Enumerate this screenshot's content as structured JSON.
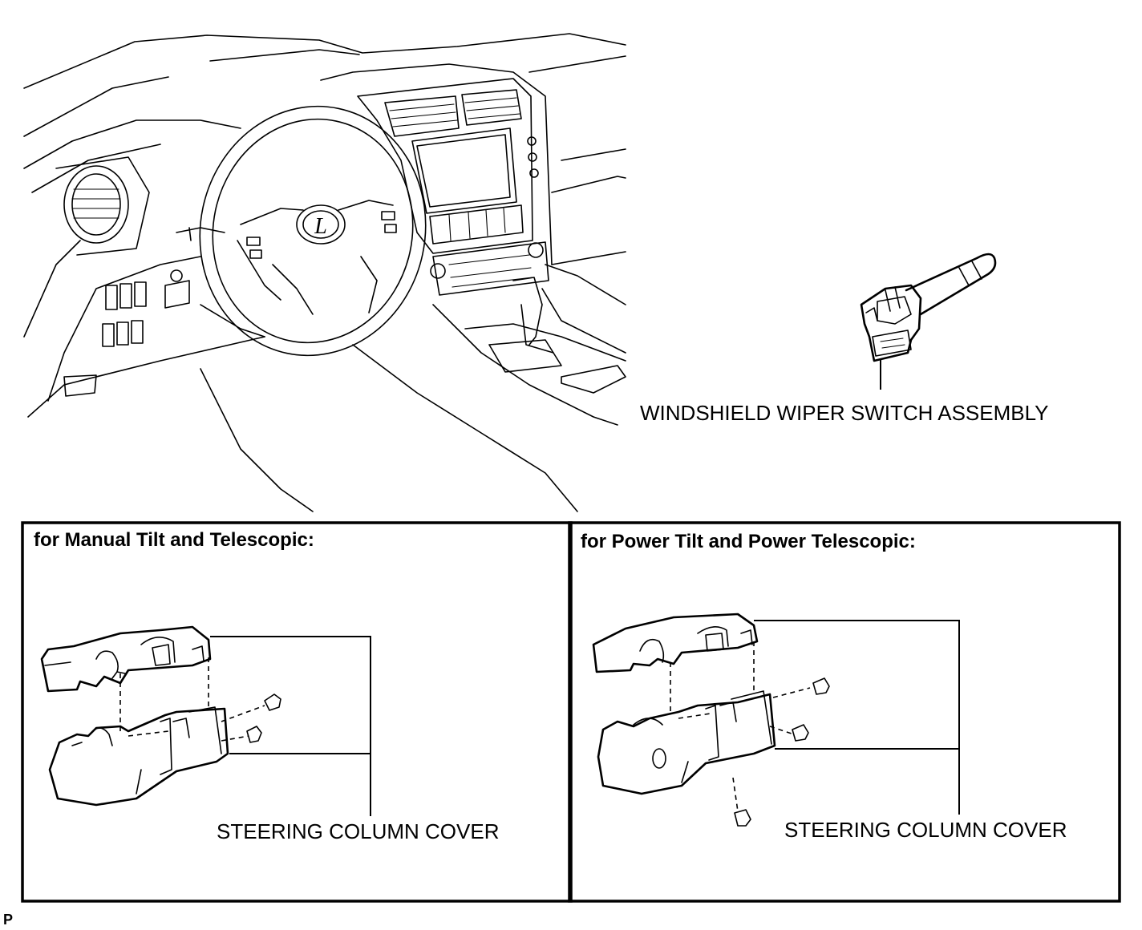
{
  "labels": {
    "wiper_switch": "WINDSHIELD WIPER SWITCH ASSEMBLY",
    "cover_manual": "STEERING COLUMN COVER",
    "cover_power": "STEERING COLUMN COVER",
    "corner": "P"
  },
  "panels": {
    "manual_title": "for Manual Tilt and Telescopic:",
    "power_title": "for Power Tilt and Power Telescopic:"
  },
  "emblem": {
    "letter": "L"
  }
}
